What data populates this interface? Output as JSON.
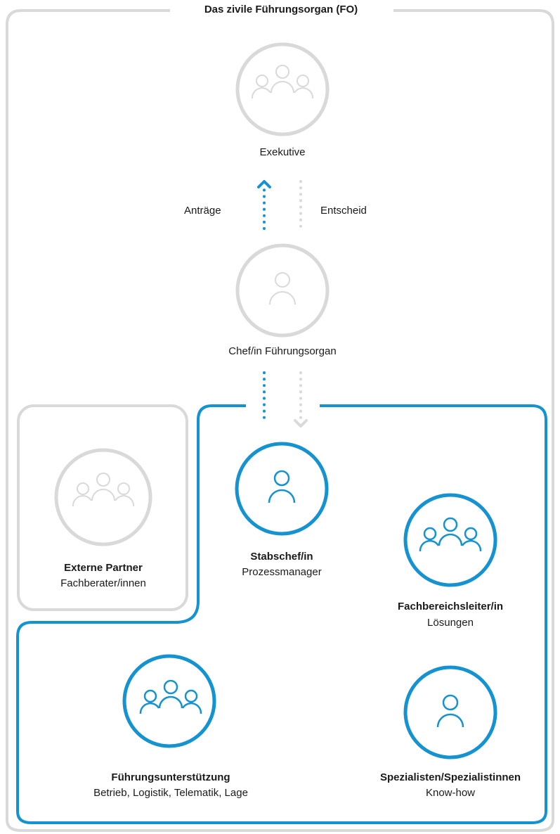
{
  "title": "Das zivile Führungsorgan (FO)",
  "nodes": {
    "exekutive": {
      "label": "Exekutive"
    },
    "chef": {
      "label": "Chef/in Führungsorgan"
    },
    "stabschef": {
      "label": "Stabschef/in",
      "sub": "Prozessmanager"
    },
    "fachbereich": {
      "label": "Fachbereichsleiter/in",
      "sub": "Lösungen"
    },
    "extern": {
      "label": "Externe Partner",
      "sub": "Fachberater/innen"
    },
    "fuehrung": {
      "label": "Führungsunterstützung",
      "sub": "Betrieb, Logistik, Telematik, Lage"
    },
    "spezial": {
      "label": "Spezialisten/Spezialistinnen",
      "sub": "Know-how"
    }
  },
  "arrows": {
    "antraege": "Anträge",
    "entscheid": "Entscheid"
  },
  "colors": {
    "accent": "#1592d0",
    "muted": "#d9d9d9",
    "text": "#1a1a1a"
  },
  "icons": {
    "group": "group-icon",
    "person": "person-icon"
  }
}
